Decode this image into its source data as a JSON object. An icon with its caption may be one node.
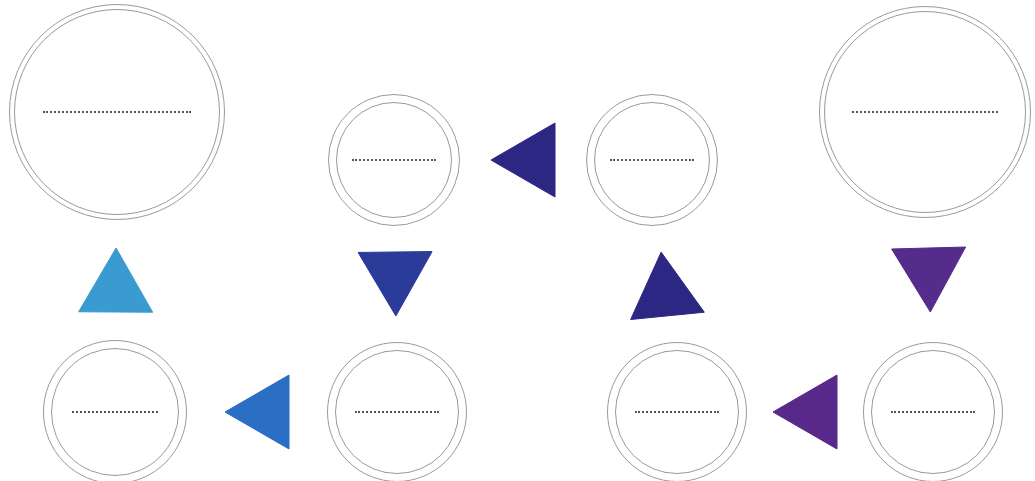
{
  "diagram": {
    "nodes": [
      {
        "text": [],
        "shape": "circle"
      },
      {
        "text": [],
        "shape": "circle"
      },
      {
        "text": [],
        "shape": "circle"
      },
      {
        "text": [],
        "shape": "circle"
      },
      {
        "text": [],
        "shape": "circle"
      },
      {
        "text": [],
        "shape": "circle"
      },
      {
        "text": [],
        "shape": "circle"
      },
      {
        "text": [],
        "shape": "circle"
      }
    ],
    "edges": [
      {
        "from": 3,
        "to": 7,
        "arrow": "to",
        "color": "#552b8c"
      },
      {
        "from": 7,
        "to": 6,
        "arrow": "to",
        "color": "#58288a"
      },
      {
        "from": 6,
        "to": 2,
        "arrow": "to",
        "color": "#2c2783"
      },
      {
        "from": 2,
        "to": 1,
        "arrow": "to",
        "color": "#2c2783"
      },
      {
        "from": 1,
        "to": 5,
        "arrow": "to",
        "color": "#2a3b9a"
      },
      {
        "from": 5,
        "to": 4,
        "arrow": "to",
        "color": "#2a6fc4"
      },
      {
        "from": 4,
        "to": 0,
        "arrow": "to",
        "color": "#3a9bd0"
      }
    ]
  }
}
